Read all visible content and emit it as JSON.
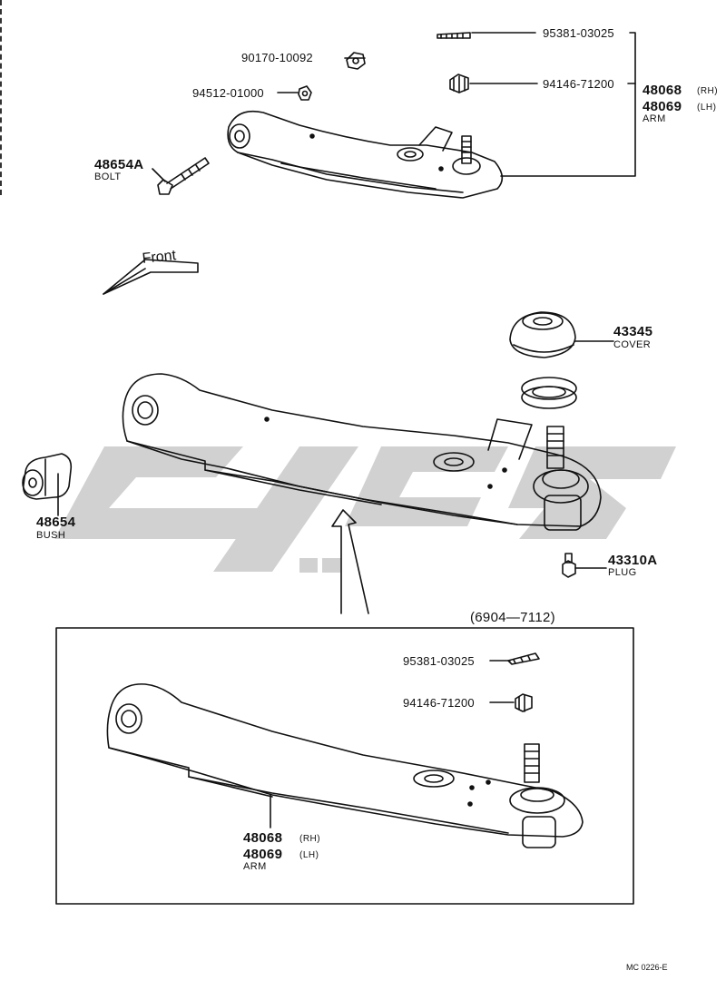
{
  "diagram": {
    "colors": {
      "ink": "#111111",
      "watermark": "#c9c9c9",
      "paper": "#ffffff"
    },
    "front_label": "Front",
    "date_range": "(6904—7112)",
    "code": "MC 0226-E",
    "parts_top": {
      "p95381": "95381-03025",
      "p90170": "90170-10092",
      "p94146": "94146-71200",
      "p94512": "94512-01000",
      "arm_rh_no": "48068",
      "arm_rh_side": "(RH)",
      "arm_lh_no": "48069",
      "arm_lh_side": "(LH)",
      "arm_desc": "ARM",
      "bolt_no": "48654A",
      "bolt_desc": "BOLT"
    },
    "parts_mid": {
      "cover_no": "43345",
      "cover_desc": "COVER",
      "bush_no": "48654",
      "bush_desc": "BUSH",
      "plug_no": "43310A",
      "plug_desc": "PLUG"
    },
    "parts_box": {
      "p95381": "95381-03025",
      "p94146": "94146-71200",
      "arm_rh_no": "48068",
      "arm_rh_side": "(RH)",
      "arm_lh_no": "48069",
      "arm_lh_side": "(LH)",
      "arm_desc": "ARM"
    }
  }
}
